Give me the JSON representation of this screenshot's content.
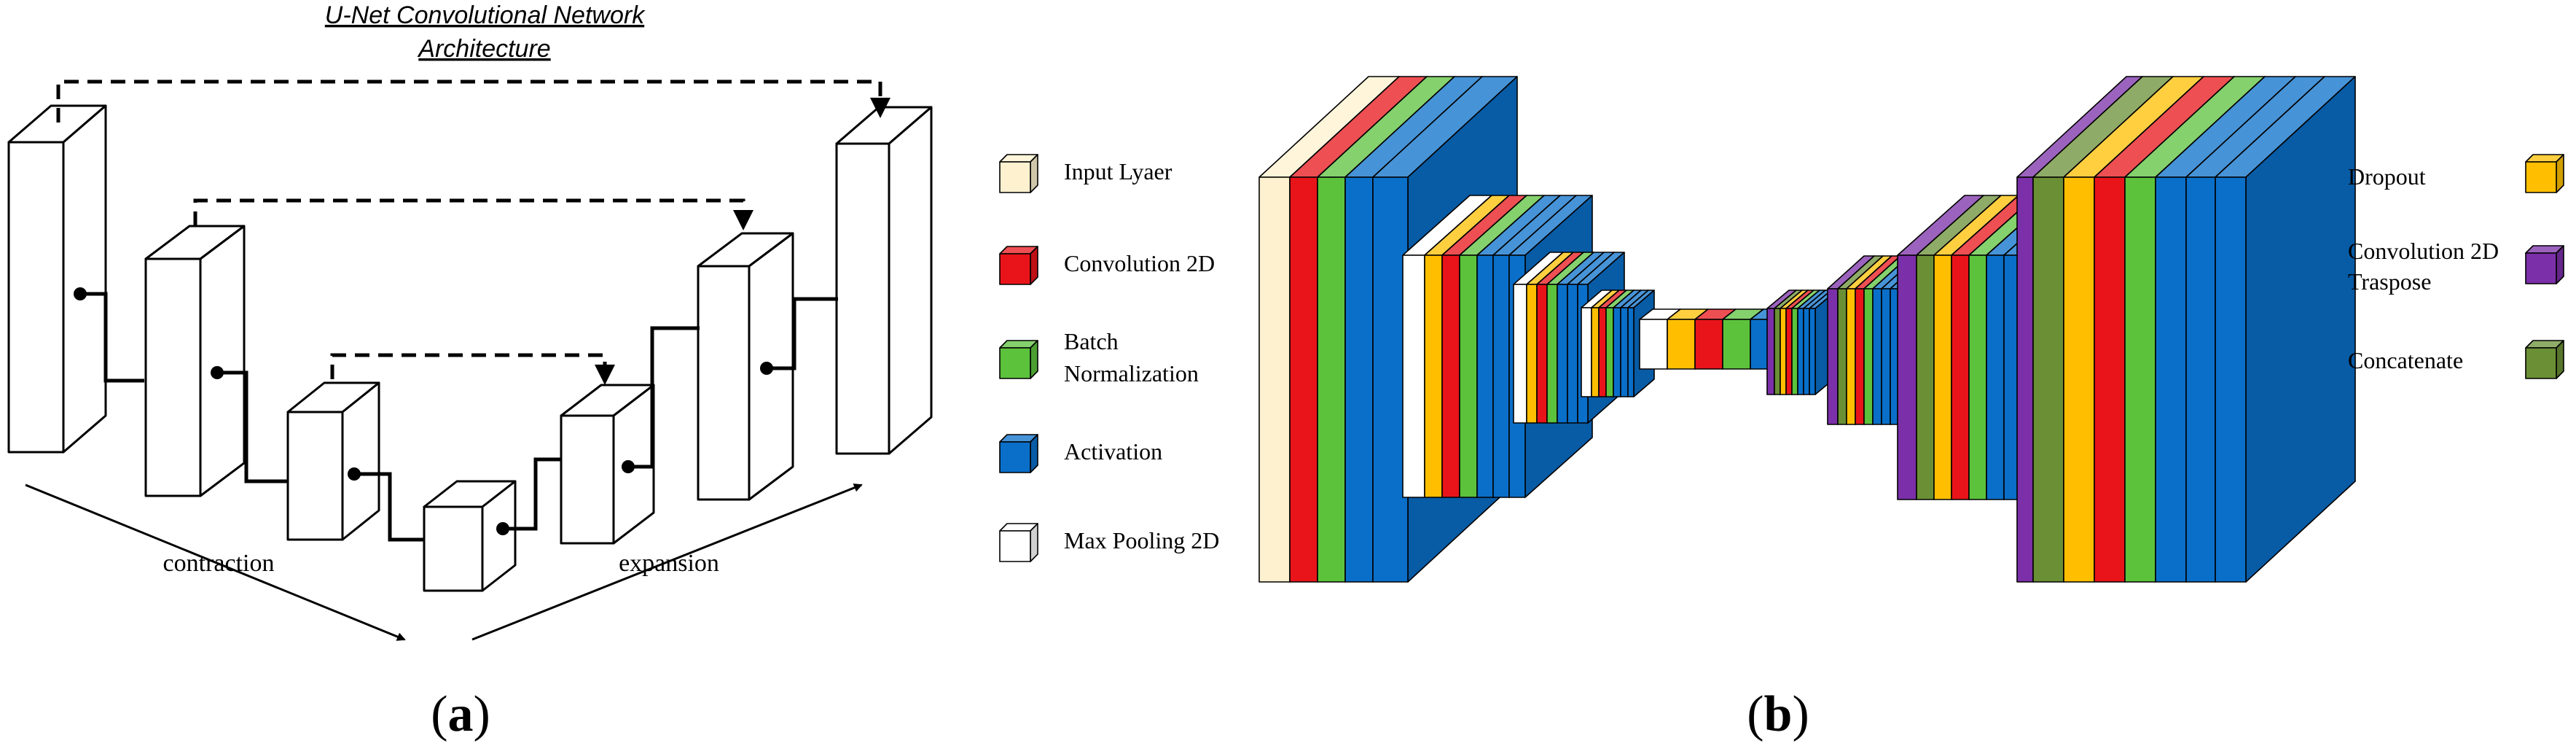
{
  "panel_a": {
    "title_line1": "U-Net Convolutional Network",
    "title_line2": "Architecture",
    "label_contraction": "contraction",
    "label_expansion": "expansion",
    "tag_open": "(",
    "tag_letter": "a",
    "tag_close": ")"
  },
  "panel_b": {
    "tag_open": "(",
    "tag_letter": "b",
    "tag_close": ")",
    "legend_left": [
      {
        "label": "Input Lyaer",
        "color": "#fdf1cf"
      },
      {
        "label": "Convolution 2D",
        "color": "#e8141a"
      },
      {
        "label": "Batch",
        "label2": "Normalization",
        "color": "#5cc23c"
      },
      {
        "label": "Activation",
        "color": "#0a6fc9"
      },
      {
        "label": "Max Pooling 2D",
        "color": "#ffffff"
      }
    ],
    "legend_right": [
      {
        "label": "Dropout",
        "color": "#ffbf00"
      },
      {
        "label": "Convolution 2D",
        "label2": "Traspose",
        "color": "#7b2fa8"
      },
      {
        "label": "Concatenate",
        "color": "#6a8f35"
      }
    ]
  }
}
